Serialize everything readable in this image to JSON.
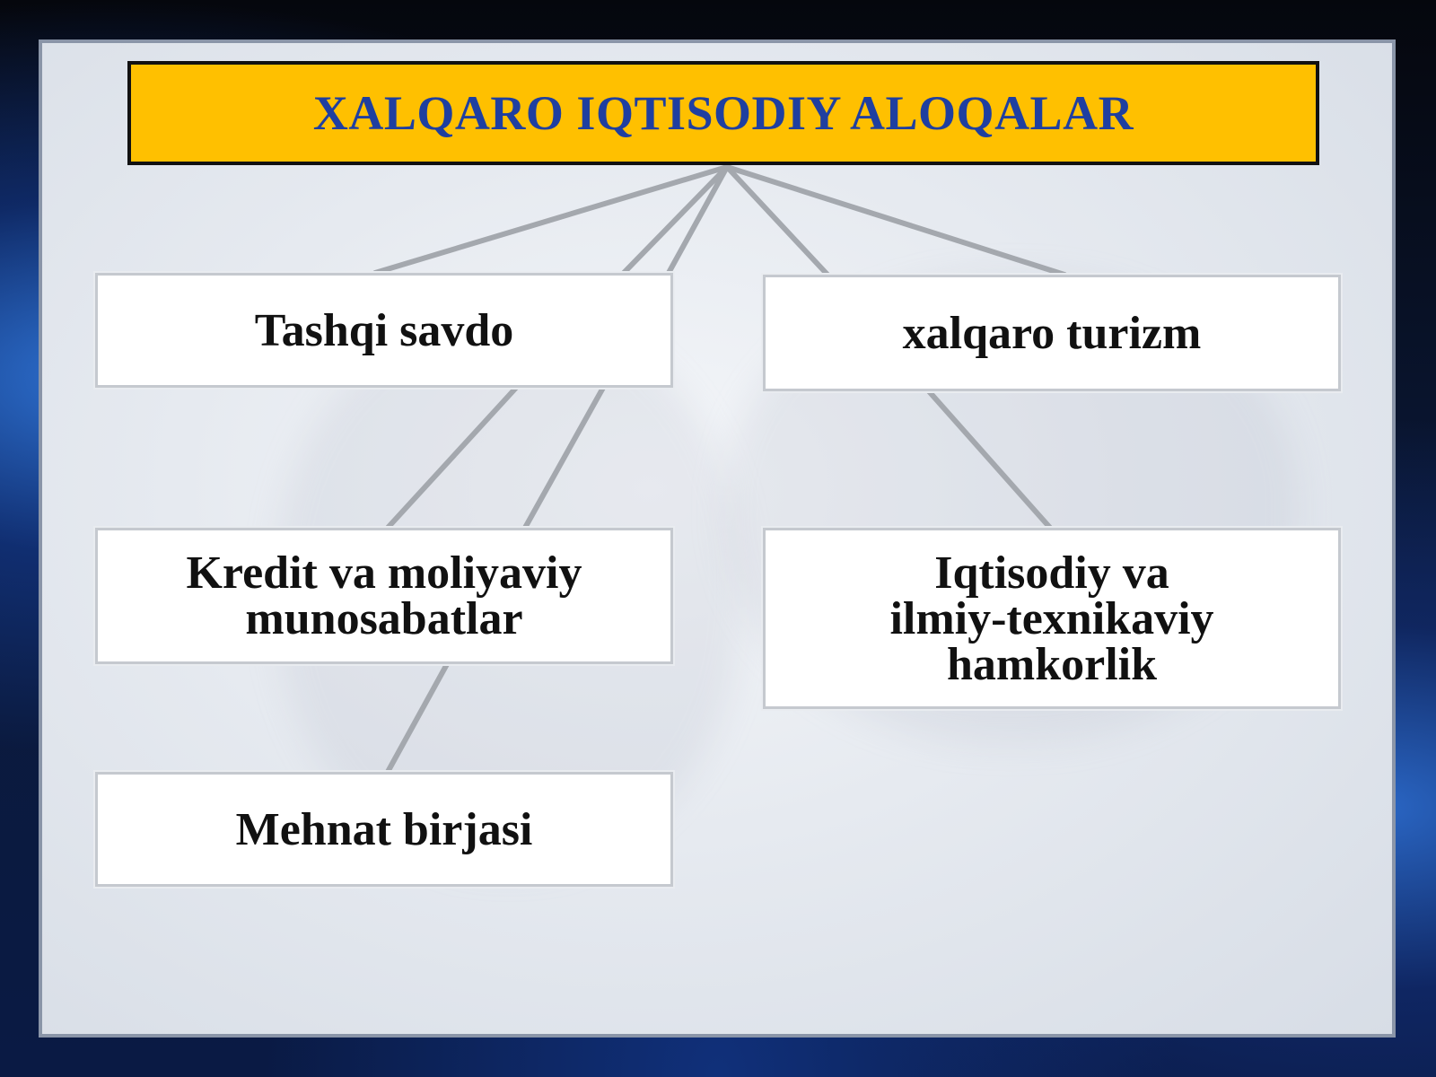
{
  "title": "XALQARO IQTISODIY ALOQALAR",
  "nodes": {
    "tashqi_savdo": "Tashqi savdo",
    "xalqaro_turizm": "xalqaro turizm",
    "kredit": "Kredit va moliyaviy\nmunosabatlar",
    "iqtisodiy": "Iqtisodiy va\nilmiy-texnikaviy\nhamkorlik",
    "mehnat": "Mehnat birjasi"
  },
  "colors": {
    "title_fill": "#ffc000",
    "title_text": "#1f3fa0",
    "connector": "#a4a8ae"
  }
}
